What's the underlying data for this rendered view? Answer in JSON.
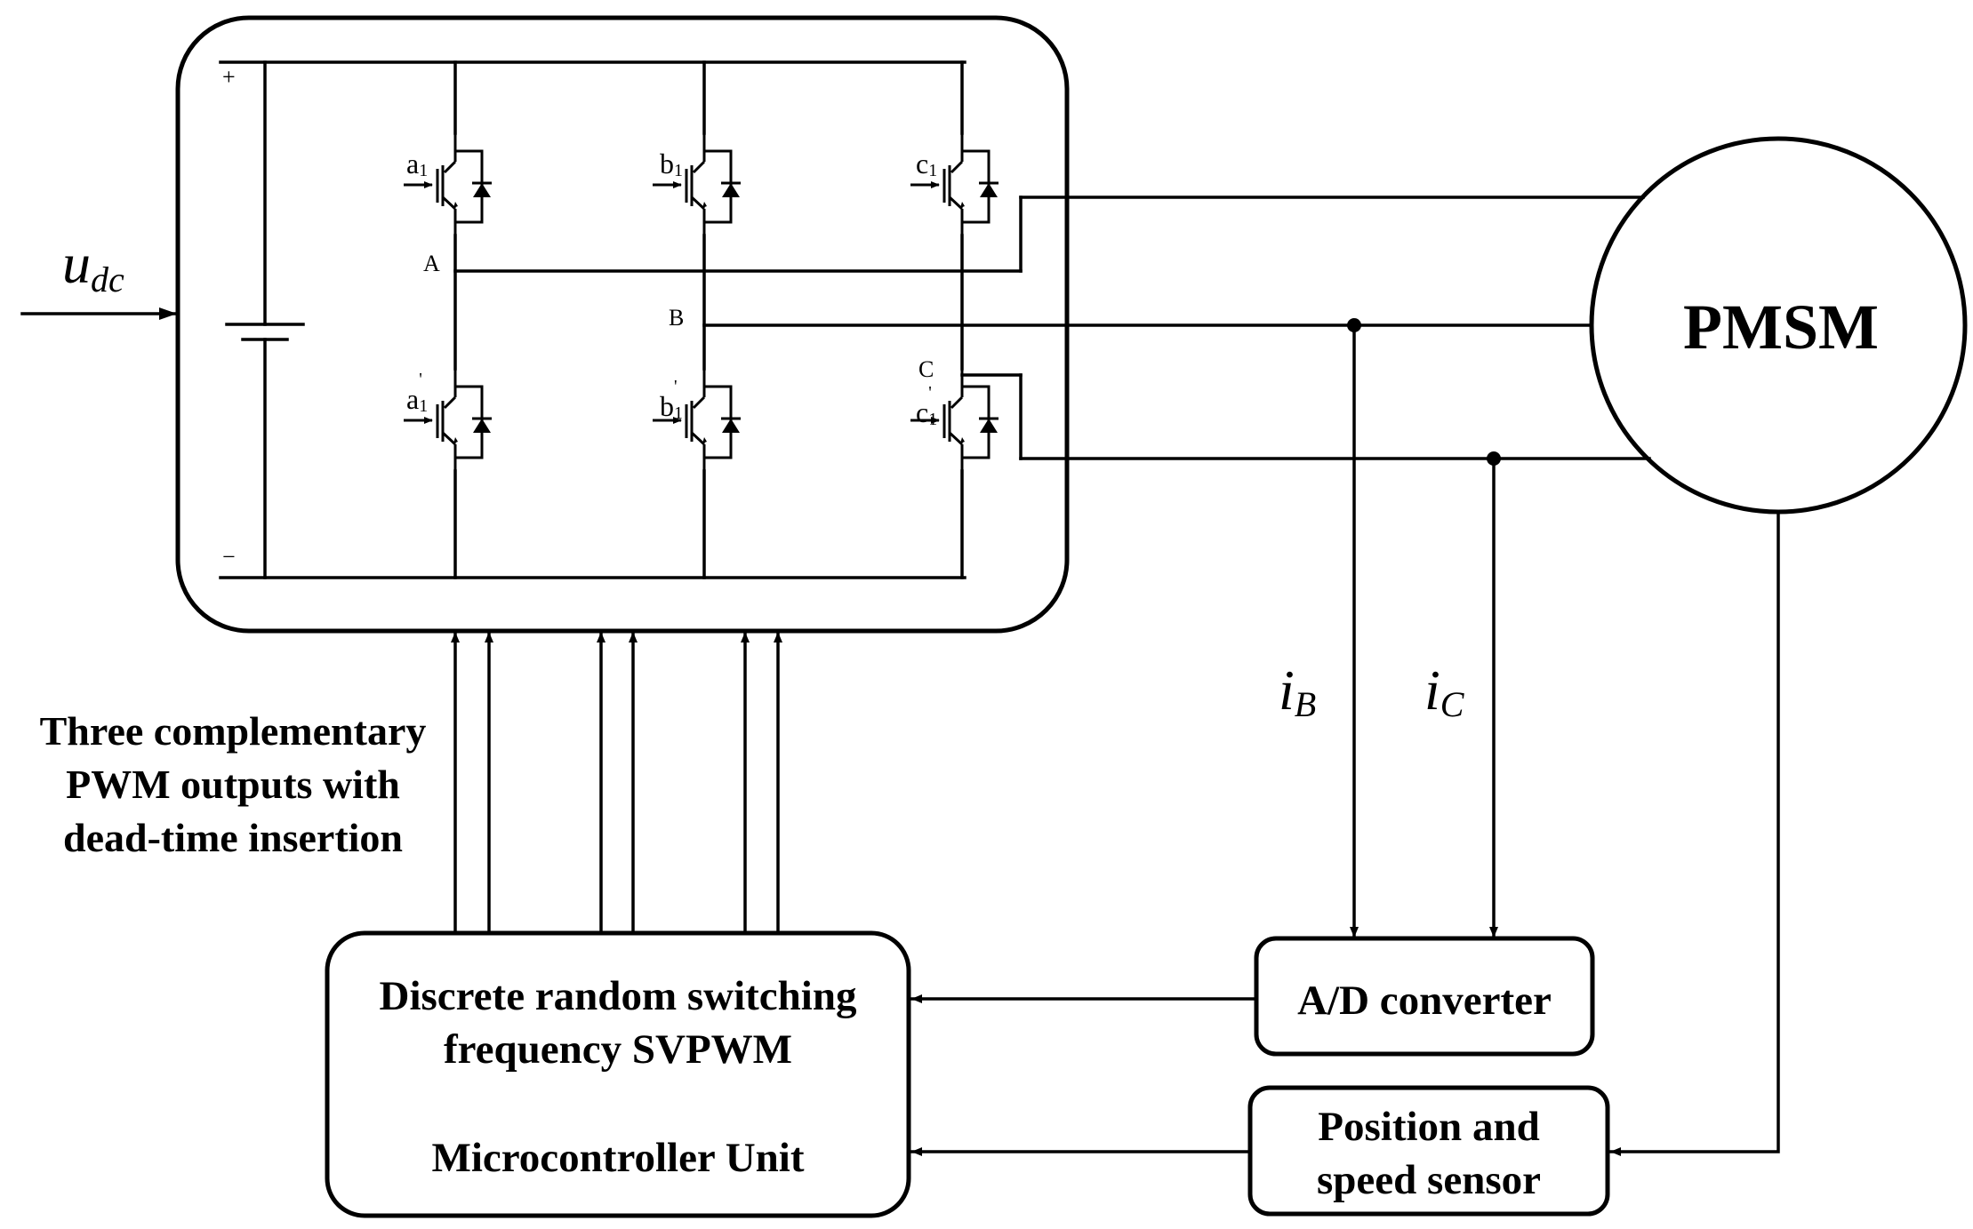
{
  "inputs": {
    "dc_voltage": {
      "base": "u",
      "sub": "dc"
    }
  },
  "inverter": {
    "polarity_plus": "+",
    "polarity_minus": "−",
    "switches": {
      "a_upper": {
        "base": "a",
        "sub": "1",
        "prime": ""
      },
      "b_upper": {
        "base": "b",
        "sub": "1",
        "prime": ""
      },
      "c_upper": {
        "base": "c",
        "sub": "1",
        "prime": ""
      },
      "a_lower": {
        "base": "a",
        "sub": "1",
        "prime": "'"
      },
      "b_lower": {
        "base": "b",
        "sub": "1",
        "prime": "'"
      },
      "c_lower": {
        "base": "c",
        "sub": "1",
        "prime": "'"
      }
    },
    "nodes": {
      "a": "A",
      "b": "B",
      "c": "C"
    }
  },
  "motor": {
    "label": "PMSM"
  },
  "currents": {
    "ib": {
      "base": "i",
      "sub": "B"
    },
    "ic": {
      "base": "i",
      "sub": "C"
    }
  },
  "pwm_note": {
    "lines": [
      "Three complementary",
      "PWM outputs with",
      "dead-time insertion"
    ]
  },
  "mcu": {
    "line1": "Discrete random switching",
    "line2": "frequency SVPWM",
    "line3": "Microcontroller Unit"
  },
  "adc": {
    "label": "A/D converter"
  },
  "sensor": {
    "line1": "Position and",
    "line2": "speed sensor"
  }
}
